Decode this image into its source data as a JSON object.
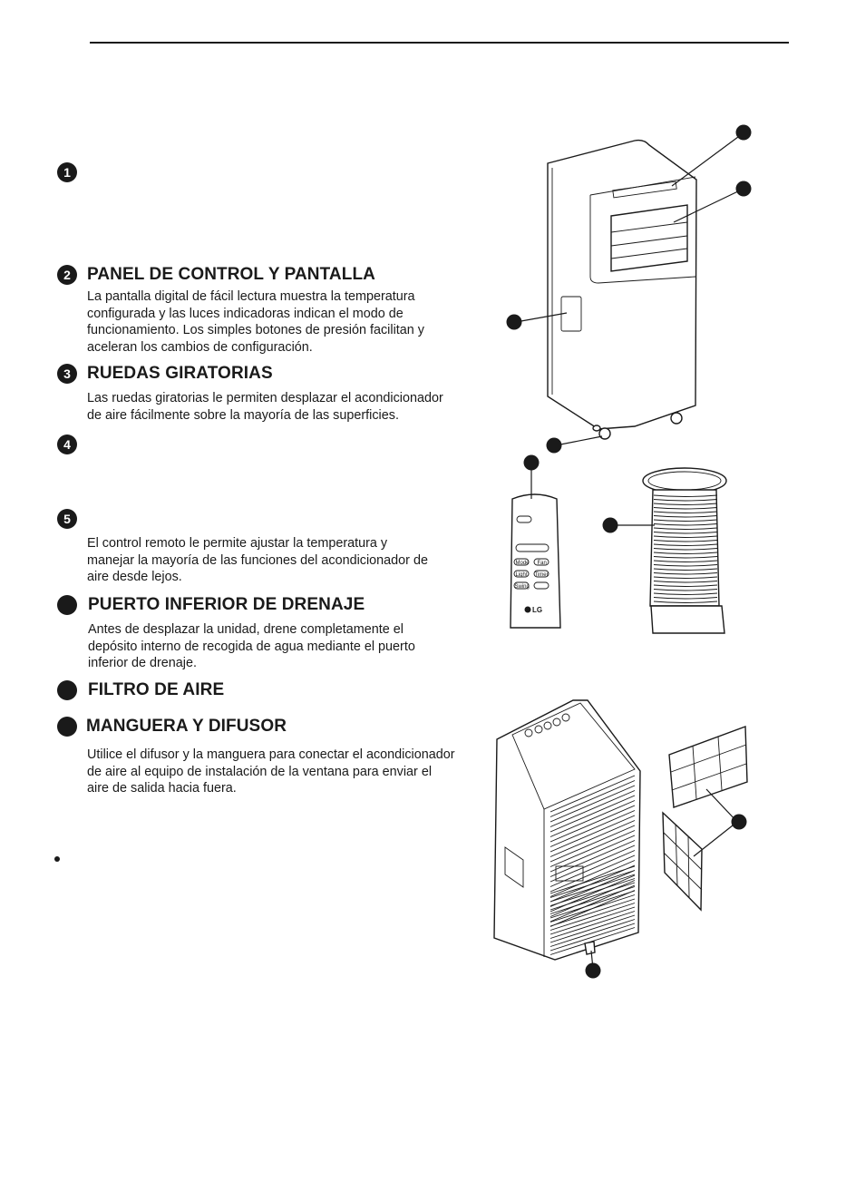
{
  "sections": [
    {
      "badge": "1",
      "heading": "",
      "lines": []
    },
    {
      "badge": "2",
      "heading": "PANEL DE CONTROL Y PANTALLA",
      "lines": [
        "La pantalla digital de fácil lectura muestra la temperatura",
        "configurada y las luces indicadoras indican el modo de",
        "funcionamiento. Los simples botones de presión facilitan y",
        "aceleran los cambios de configuración."
      ]
    },
    {
      "badge": "3",
      "heading": "RUEDAS GIRATORIAS",
      "lines": [
        "Las ruedas giratorias le permiten desplazar el acondicionador",
        "de aire fácilmente sobre la mayoría de las superficies."
      ]
    },
    {
      "badge": "4",
      "heading": "",
      "lines": []
    },
    {
      "badge": "5",
      "heading": "",
      "lines": [
        "El control remoto le permite ajustar la temperatura y",
        "manejar la mayoría de las funciones del acondicionador de",
        "aire desde lejos."
      ]
    },
    {
      "badge": "",
      "heading": "PUERTO INFERIOR DE DRENAJE",
      "lines": [
        "Antes de desplazar la unidad, drene completamente el",
        "depósito interno de recogida de agua mediante el puerto",
        "inferior de drenaje."
      ]
    },
    {
      "badge": "",
      "heading": "FILTRO DE AIRE",
      "lines": []
    },
    {
      "badge": "",
      "heading": "MANGUERA Y DIFUSOR",
      "lines": [
        "Utilice el difusor y la manguera para conectar el acondicionador",
        "de aire al equipo de instalación de la ventana para enviar el",
        "aire de salida hacia fuera."
      ]
    }
  ],
  "remote": {
    "buttons": [
      "Mode",
      "Fan",
      "Light",
      "Timer",
      "Swing"
    ],
    "brand": "LG"
  }
}
